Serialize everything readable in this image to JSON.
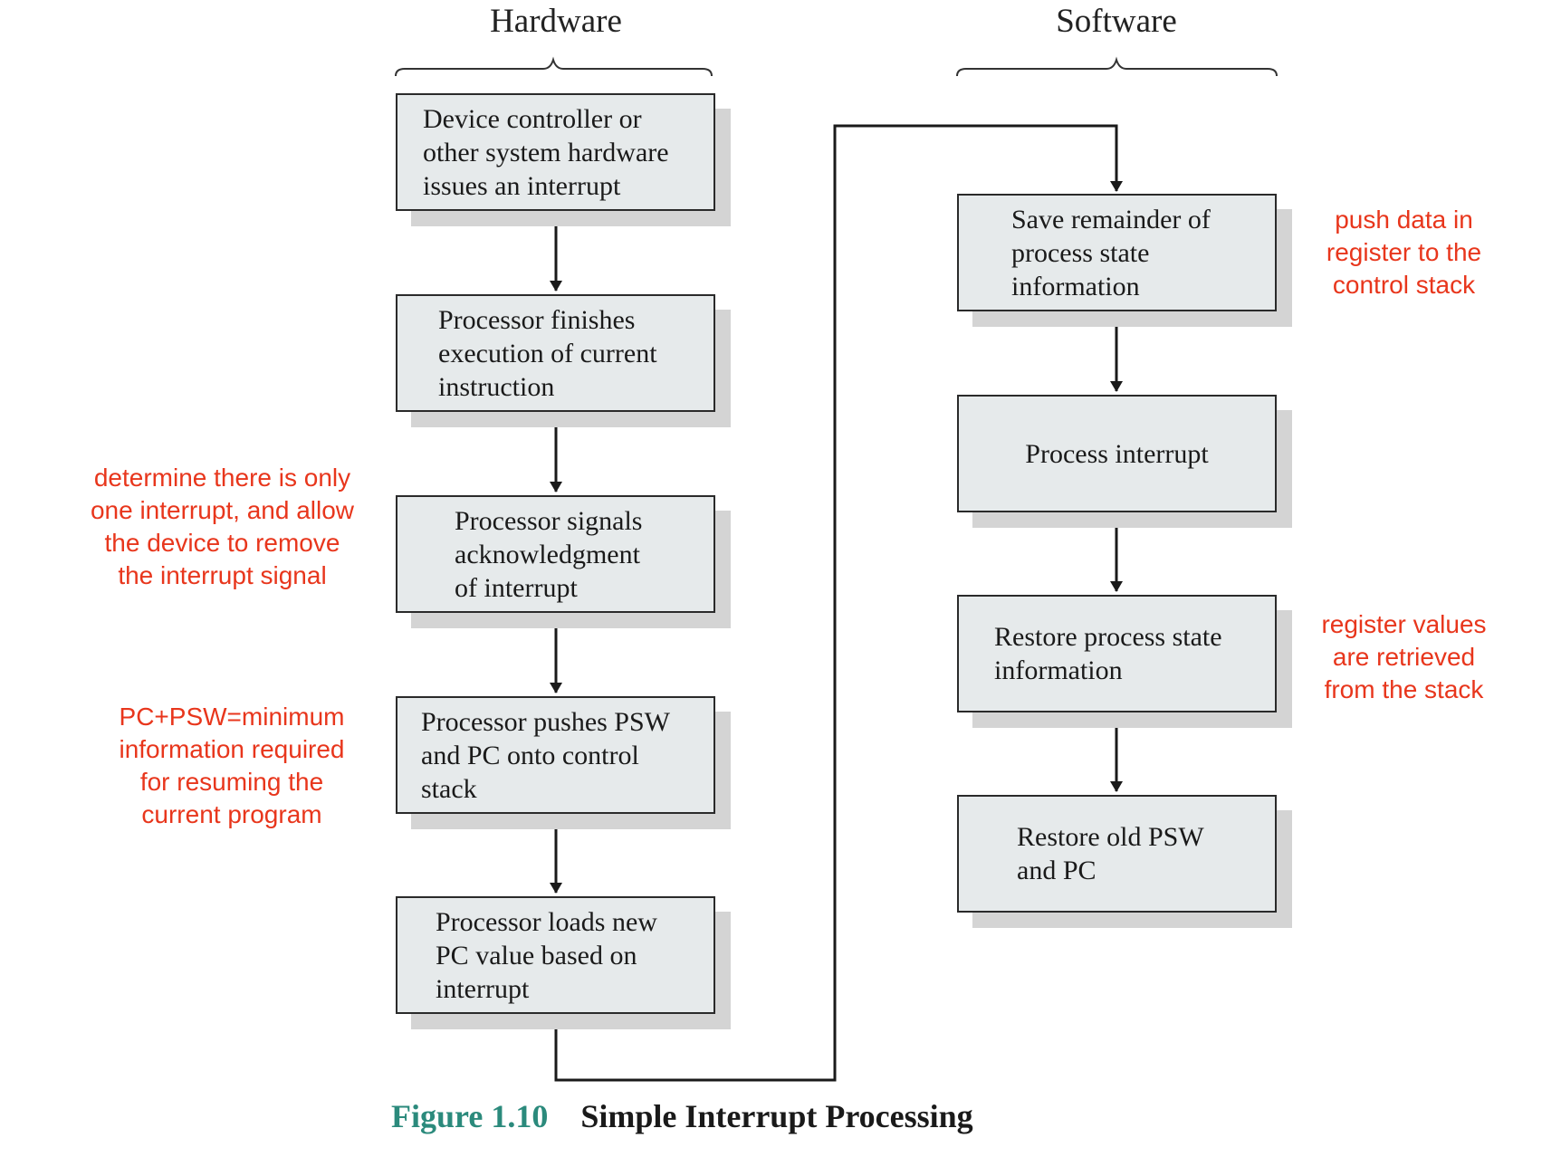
{
  "headings": {
    "hardware": "Hardware",
    "software": "Software"
  },
  "hardware_steps": [
    "Device controller or\nother system hardware\nissues an interrupt",
    "Processor finishes\nexecution of current\ninstruction",
    "Processor signals\nacknowledgment\nof interrupt",
    "Processor pushes PSW\nand PC onto control\nstack",
    "Processor loads new\nPC value based on\ninterrupt"
  ],
  "software_steps": [
    "Save remainder of\nprocess state\ninformation",
    "Process interrupt",
    "Restore process state\ninformation",
    "Restore old PSW\nand PC"
  ],
  "annotations": {
    "acknowledge": "determine there is only\none interrupt, and allow\nthe device to remove\nthe interrupt signal",
    "push": "PC+PSW=minimum\ninformation required\nfor resuming the\ncurrent program",
    "save": "push data in\nregister to the\ncontrol stack",
    "restore": "register values\nare retrieved\nfrom the stack"
  },
  "caption": {
    "number": "Figure 1.10",
    "title": "Simple Interrupt Processing"
  },
  "colors": {
    "annotation": "#e8361c",
    "caption_number": "#2b8a7c",
    "box_fill": "#e6eaeb",
    "box_shadow": "#d4d4d4"
  }
}
